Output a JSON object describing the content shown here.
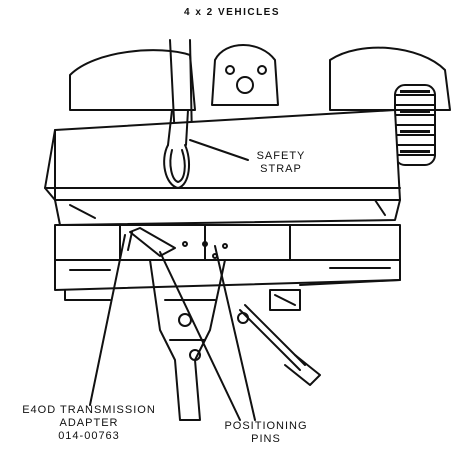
{
  "title": "4 x 2 VEHICLES",
  "labels": {
    "safety_strap": [
      "SAFETY",
      "STRAP"
    ],
    "adapter": [
      "E4OD TRANSMISSION",
      "ADAPTER",
      "014-00763"
    ],
    "pins": [
      "POSITIONING",
      "PINS"
    ]
  },
  "colors": {
    "ink": "#111111",
    "paper": "#ffffff"
  }
}
